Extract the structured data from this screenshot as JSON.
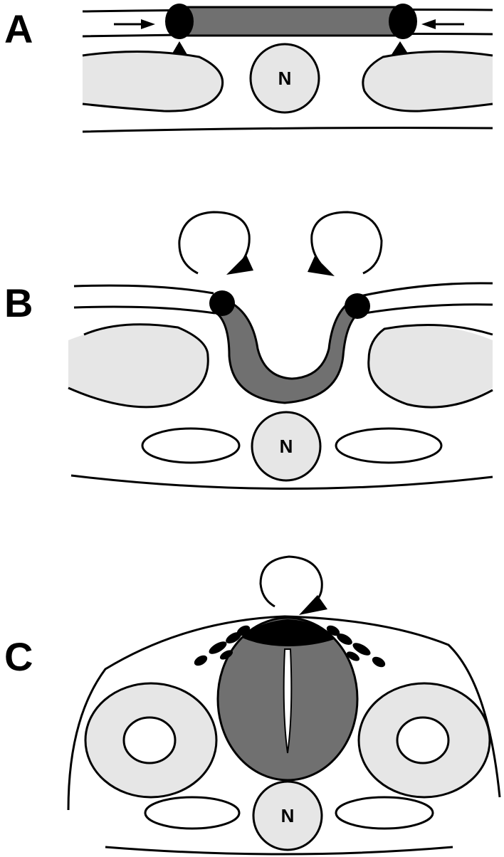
{
  "panels": {
    "a": {
      "label": "A",
      "notochord_label": "N"
    },
    "b": {
      "label": "B",
      "notochord_label": "N"
    },
    "c": {
      "label": "C",
      "notochord_label": "N"
    }
  },
  "colors": {
    "light_gray": "#e6e6e6",
    "dark_gray": "#707070",
    "black": "#000000",
    "white": "#ffffff"
  }
}
